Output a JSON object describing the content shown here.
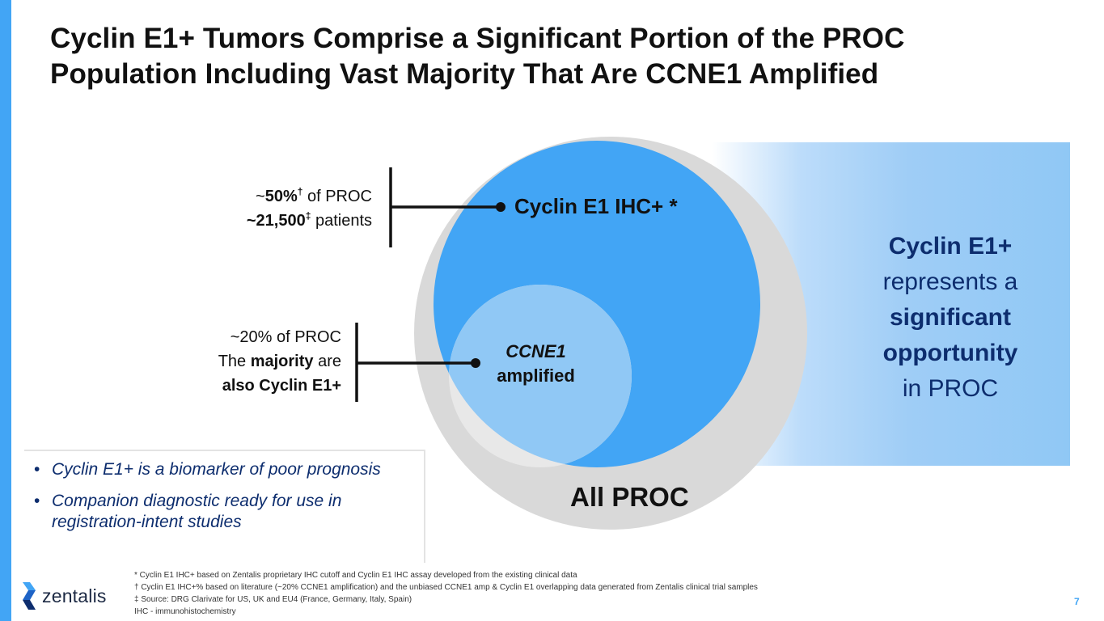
{
  "title": {
    "line1": "Cyclin E1+ Tumors Comprise a Significant Portion of the PROC",
    "line2": "Population Including Vast Majority That Are CCNE1 Amplified"
  },
  "colors": {
    "accent_bar": "#42a5f5",
    "outer_circle": "#d9d9d9",
    "ihc_circle": "#42a5f5",
    "ccne_circle": "#90c8f5",
    "callout_text": "#0d2d6e"
  },
  "diagram": {
    "ihc_label": "Cyclin E1 IHC+ *",
    "ccne_label_line1": "CCNE1",
    "ccne_label_line2": "amplified",
    "all_label": "All PROC"
  },
  "stat_ihc": {
    "prefix": "~",
    "percent": "50%",
    "percent_mark": "†",
    "suffix": " of PROC",
    "count": "~21,500",
    "count_mark": "‡",
    "count_suffix": " patients"
  },
  "stat_ccne": {
    "line1": "~20% of PROC",
    "line2_pre": "The ",
    "line2_bold": "majority",
    "line2_post": " are",
    "line3": "also Cyclin E1+"
  },
  "callout": {
    "line1": "Cyclin E1+",
    "line2": "represents a",
    "line3": "significant",
    "line4": "opportunity",
    "line5": "in PROC"
  },
  "bullets": [
    "Cyclin E1+ is a biomarker of poor prognosis",
    "Companion diagnostic ready for use in registration-intent studies"
  ],
  "footnotes": [
    "* Cyclin E1 IHC+ based on Zentalis proprietary IHC cutoff and Cyclin E1 IHC assay developed from the existing clinical data",
    "† Cyclin E1 IHC+% based on literature (~20% CCNE1 amplification) and the unbiased CCNE1 amp & Cyclin E1 overlapping data generated from Zentalis clinical trial samples",
    "‡ Source: DRG Clarivate for US, UK and EU4 (France, Germany, Italy, Spain)",
    "IHC - immunohistochemistry"
  ],
  "logo": {
    "text": "zentalis",
    "icon": "zentalis-z-icon"
  },
  "page_number": "7"
}
